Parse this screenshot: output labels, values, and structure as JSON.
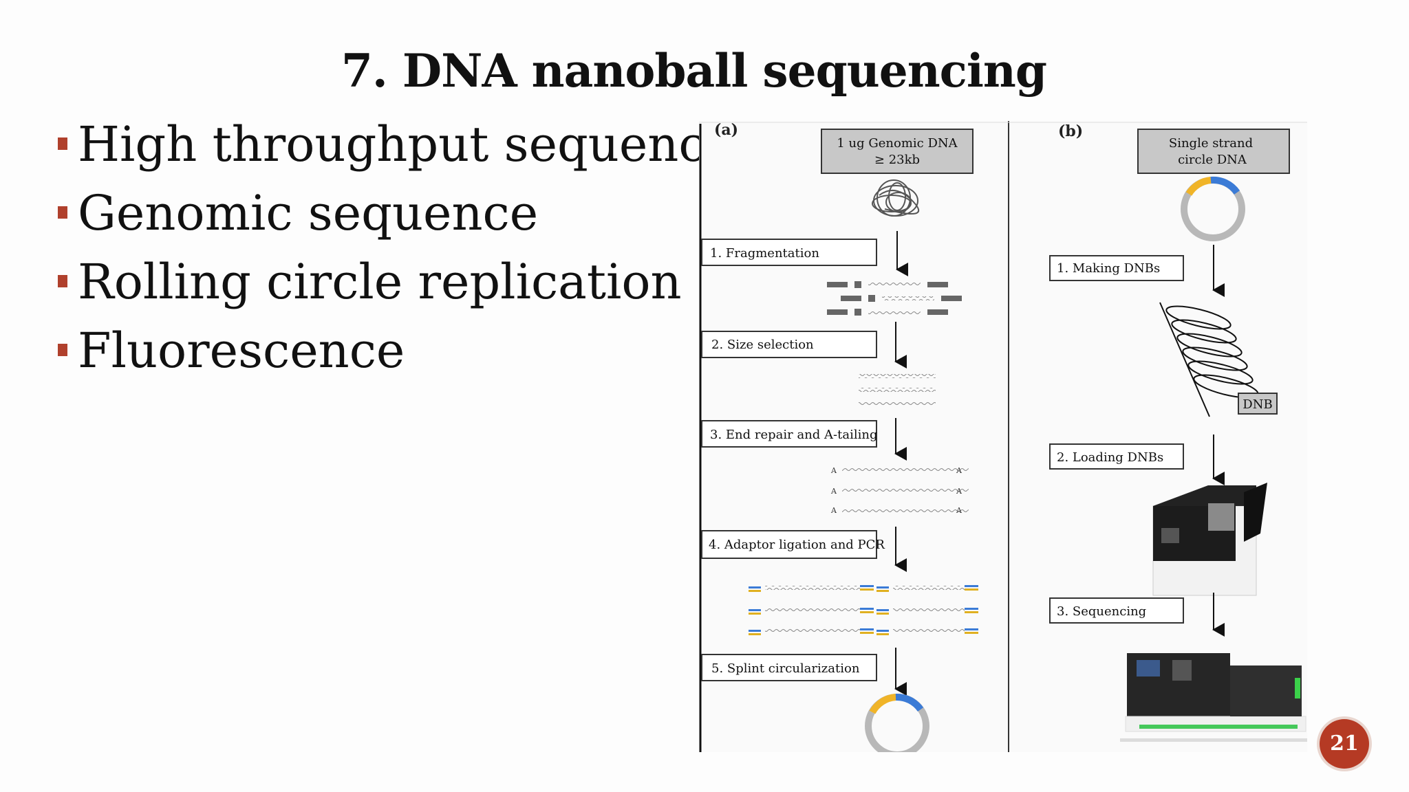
{
  "slide": {
    "title": "7. DNA nanoball sequencing",
    "bullets": [
      {
        "text": "High throughput sequencing"
      },
      {
        "text": "Genomic sequence"
      },
      {
        "text": "Rolling circle replication"
      },
      {
        "text": "Fluorescence"
      }
    ],
    "page_number": "21",
    "accent_color": "#b53a24"
  },
  "figure": {
    "panel_a": {
      "label": "(a)",
      "input_line1": "1 ug Genomic DNA",
      "input_line2": "≥ 23kb",
      "steps": [
        "1. Fragmentation",
        "2. Size selection",
        "3. End repair and A-tailing",
        "4. Adaptor ligation and PCR",
        "5. Splint circularization"
      ]
    },
    "panel_b": {
      "label": "(b)",
      "input_line1": "Single strand",
      "input_line2": "circle DNA",
      "steps": [
        "1. Making DNBs",
        "2. Loading DNBs",
        "3. Sequencing"
      ],
      "dnb_label": "DNB"
    },
    "a_tail_letter": "A"
  }
}
